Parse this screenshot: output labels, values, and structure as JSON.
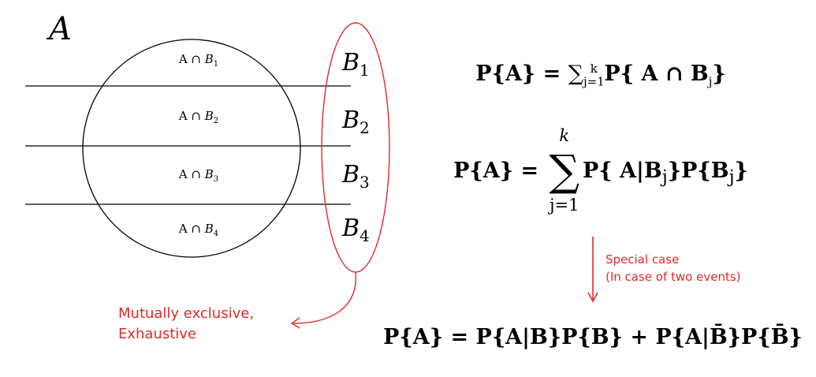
{
  "set_label": "A",
  "regions": [
    {
      "prefix": "A ∩ ",
      "var": "B",
      "sub": "1"
    },
    {
      "prefix": "A ∩ ",
      "var": "B",
      "sub": "2"
    },
    {
      "prefix": "A ∩ ",
      "var": "B",
      "sub": "3"
    },
    {
      "prefix": "A ∩ ",
      "var": "B",
      "sub": "4"
    }
  ],
  "partition_labels": [
    {
      "var": "B",
      "sub": "1"
    },
    {
      "var": "B",
      "sub": "2"
    },
    {
      "var": "B",
      "sub": "3"
    },
    {
      "var": "B",
      "sub": "4"
    }
  ],
  "annotation_partition": {
    "line1": "Mutually exclusive,",
    "line2": "Exhaustive"
  },
  "annotation_special": {
    "line1": "Special case",
    "line2": "(In case of two events)"
  },
  "formula1": {
    "lhs": "P{A} = ",
    "sum_sub": "j=1",
    "sum_sup": "k",
    "rhs": "P{ A ∩ B",
    "rhs_sub": "j",
    "rhs_close": "}"
  },
  "formula2": {
    "lhs": "P{A} = ",
    "sum_top": "k",
    "sum_bottom": "j=1",
    "term": "P{ A|B",
    "term_sub": "j",
    "term2": "}P{B",
    "term2_sub": "j",
    "term_close": "}"
  },
  "formula3": {
    "text": "P{A} = P{A|B}P{B} + P{A|B̄}P{B̄}"
  },
  "colors": {
    "accent": "#e02a2a",
    "ink": "#000000"
  }
}
